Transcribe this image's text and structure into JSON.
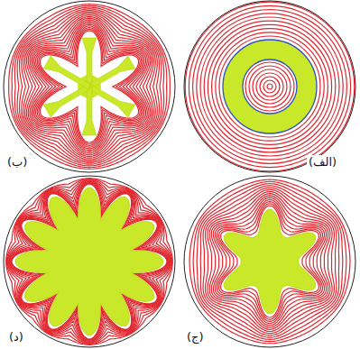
{
  "diagram": {
    "labels": [
      "(الف)",
      "(ب)",
      "(ج)",
      "(د)"
    ]
  }
}
